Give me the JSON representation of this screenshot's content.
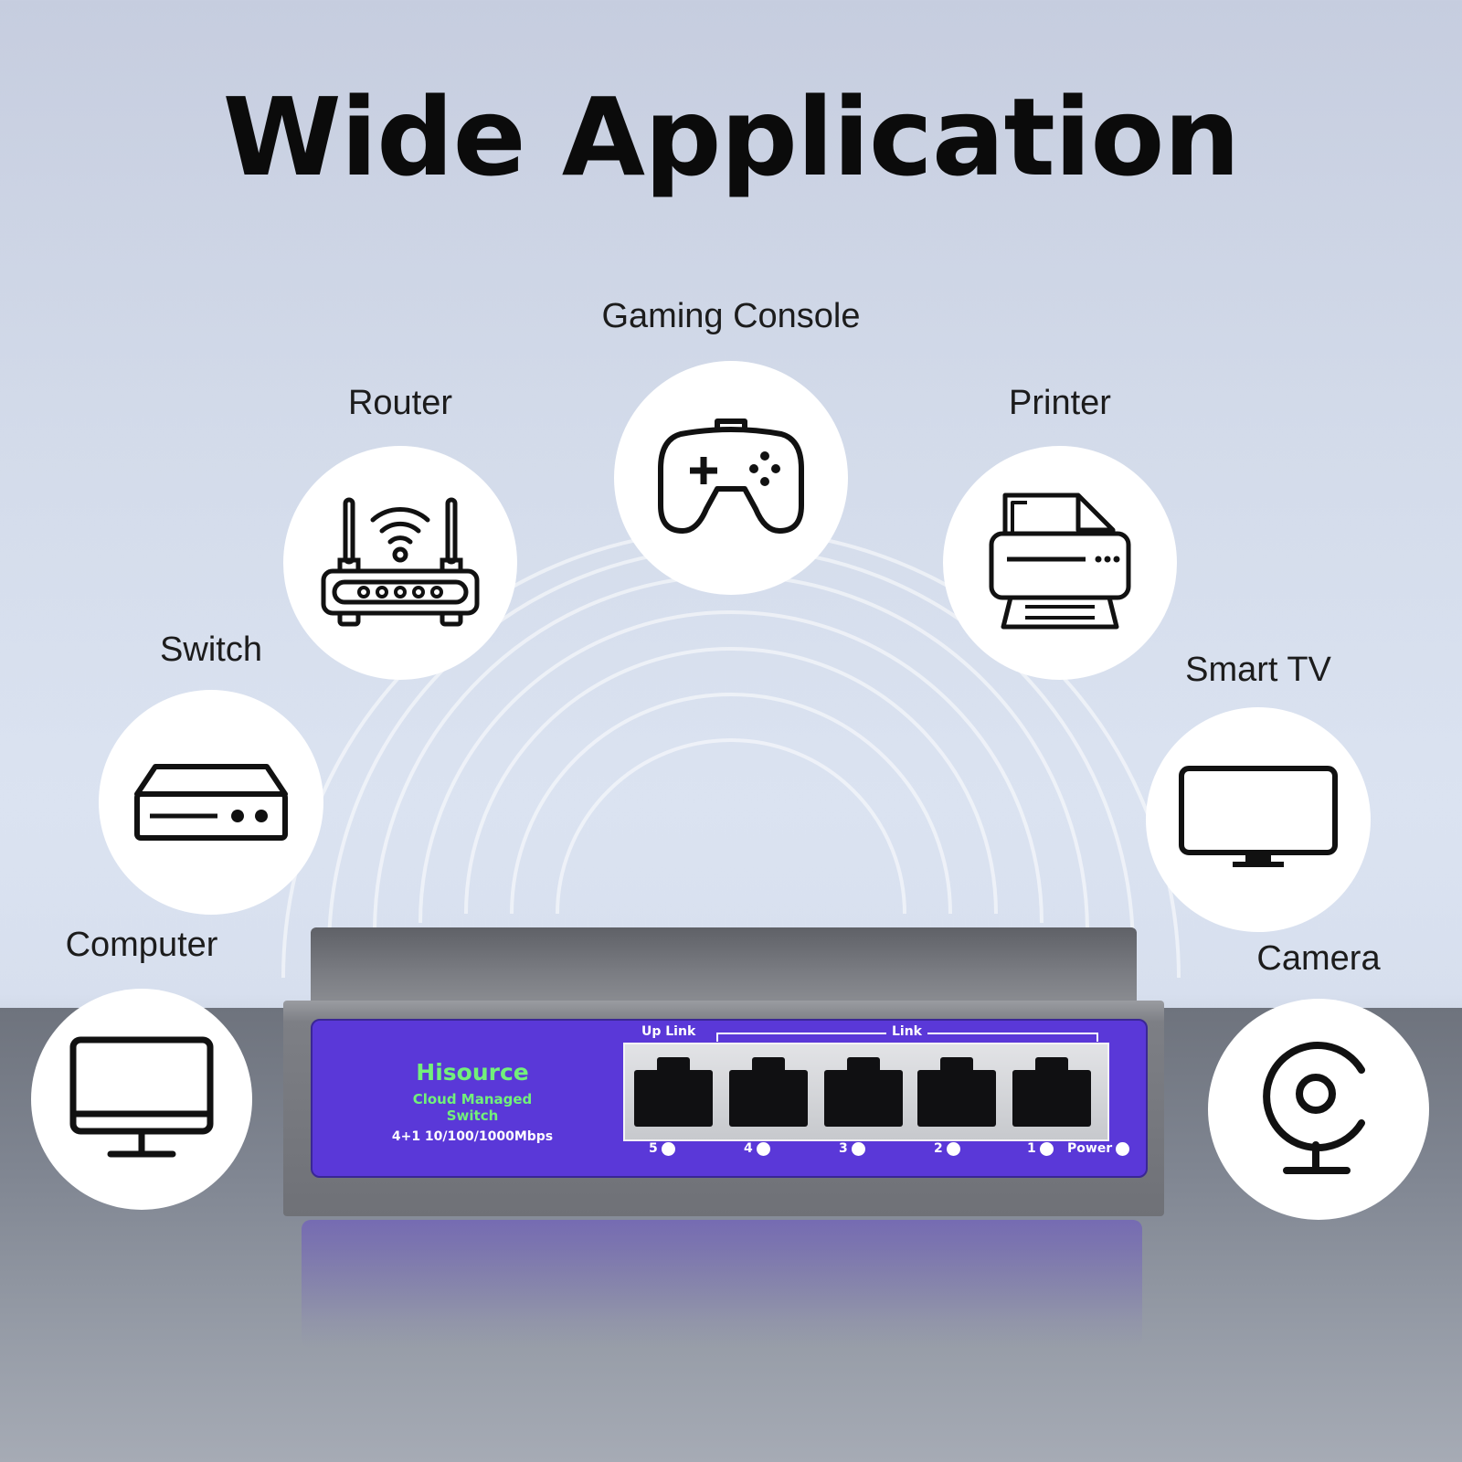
{
  "headline": "Wide Application",
  "devices": {
    "gaming_console": {
      "label": "Gaming Console",
      "icon": "gamepad-icon"
    },
    "router": {
      "label": "Router",
      "icon": "router-icon"
    },
    "printer": {
      "label": "Printer",
      "icon": "printer-icon"
    },
    "switch": {
      "label": "Switch",
      "icon": "switch-device-icon"
    },
    "smart_tv": {
      "label": "Smart TV",
      "icon": "tv-icon"
    },
    "computer": {
      "label": "Computer",
      "icon": "monitor-icon"
    },
    "camera": {
      "label": "Camera",
      "icon": "webcam-icon"
    }
  },
  "product": {
    "brand": "Hisource",
    "model": "Cloud Managed Switch",
    "spec": "4+1 10/100/1000Mbps",
    "uplink_label": "Up Link",
    "link_label": "Link",
    "ports": [
      "5",
      "4",
      "3",
      "2",
      "1"
    ],
    "power_label": "Power",
    "panel_color": "#5a38d8",
    "brand_color": "#72f07a"
  }
}
